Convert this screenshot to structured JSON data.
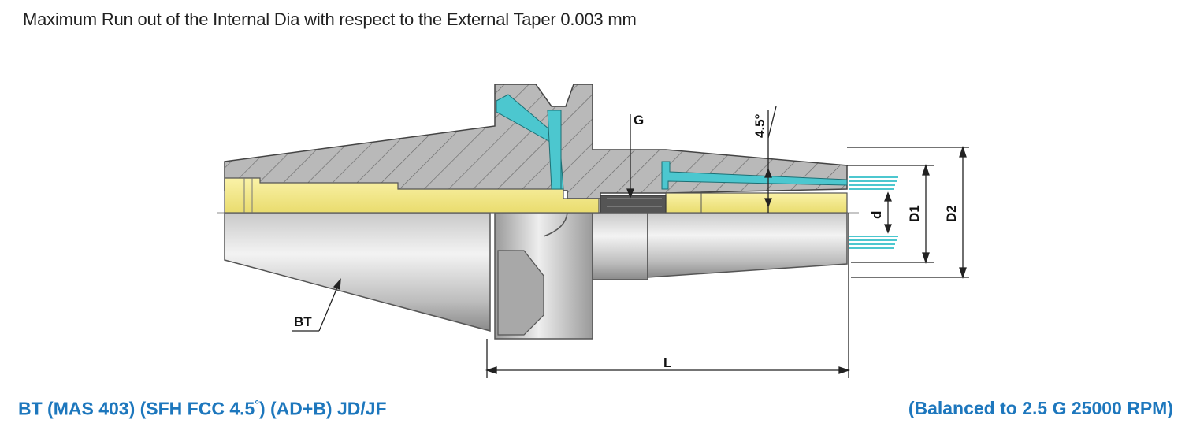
{
  "header": {
    "note": "Maximum Run out of the Internal Dia with respect to the External Taper 0.003 mm"
  },
  "footer": {
    "title_prefix": "BT (MAS 403) (SFH FCC 4.5",
    "title_degree": "°",
    "title_suffix": ") (AD+B) JD/JF",
    "balance": "(Balanced to 2.5 G 25000 RPM)"
  },
  "labels": {
    "taper_label": "BT",
    "thread_label": "G",
    "angle_label": "4.5°",
    "bore_label": "d",
    "d1_label": "D1",
    "d2_label": "D2",
    "length_label": "L"
  },
  "colors": {
    "steel_light": "#e4e4e4",
    "steel_dark": "#8a8a8a",
    "yellow": "#f4e98a",
    "coolant": "#4cc7cf",
    "accent": "#1d77bd"
  }
}
